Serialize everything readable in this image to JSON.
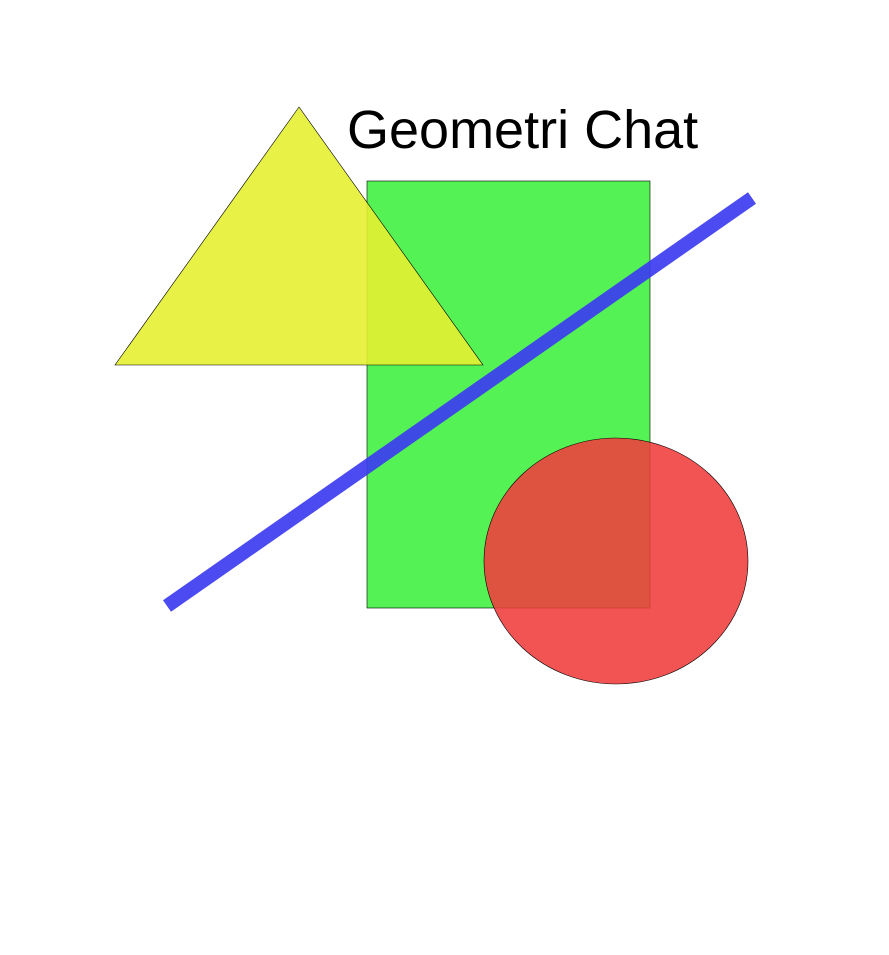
{
  "title": "Geometri Chat",
  "colors": {
    "background": "#ffffff",
    "triangle": "#e4f032",
    "rectangle": "#3cf03c",
    "circle": "#f03c3c",
    "line": "#3c3cf0",
    "outline": "#000000"
  },
  "shapes": [
    "triangle",
    "rectangle",
    "line",
    "circle"
  ]
}
